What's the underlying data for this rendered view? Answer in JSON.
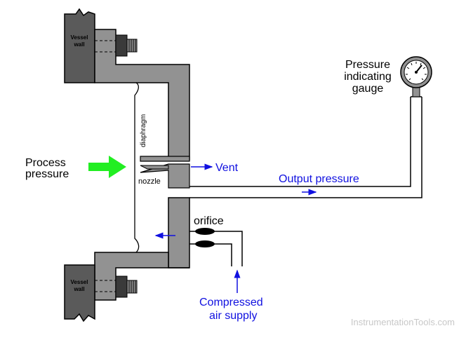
{
  "labels": {
    "vessel_wall_line1": "Vessel",
    "vessel_wall_line2": "wall",
    "diaphragm": "diaphragm",
    "process_pressure_line1": "Process",
    "process_pressure_line2": "pressure",
    "vent": "Vent",
    "nozzle": "nozzle",
    "output_pressure": "Output pressure",
    "orifice": "orifice",
    "compressed_air_line1": "Compressed",
    "compressed_air_line2": "air supply",
    "gauge_line1": "Pressure",
    "gauge_line2": "indicating",
    "gauge_line3": "gauge",
    "watermark": "InstrumentationTools.com"
  },
  "colors": {
    "metal": "#929292",
    "vessel": "#5a5a5a",
    "bolt": "#3a3a3a",
    "flow_text": "#1010e0",
    "arrow_green": "#22ee22",
    "watermark": "#c8c8c8",
    "line": "#000000"
  }
}
